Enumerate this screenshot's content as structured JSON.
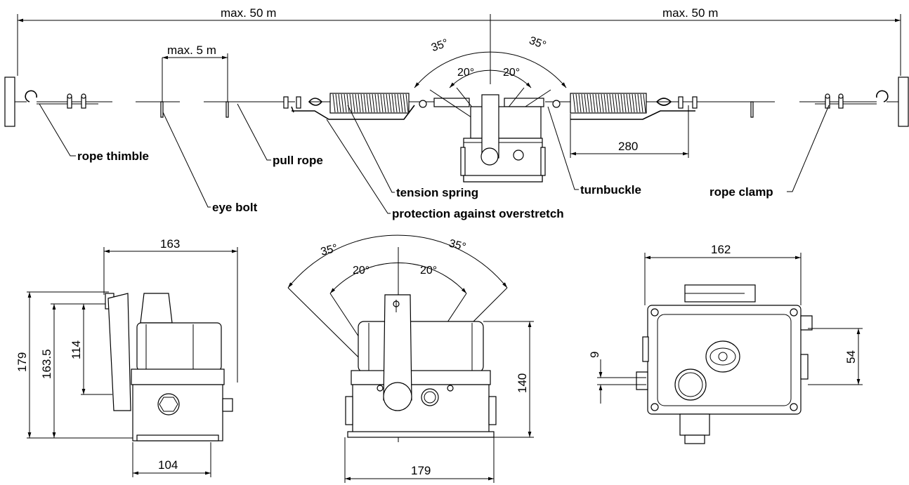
{
  "dimensions": {
    "span_left": "max. 50 m",
    "span_right": "max. 50 m",
    "eye_bolt_spacing": "max. 5 m",
    "spring_length": "280",
    "angle_outer_left": "35",
    "angle_outer_right": "35",
    "angle_inner_left": "20",
    "angle_inner_right": "20",
    "side_width": "163",
    "side_height_total": "179",
    "side_height_axis": "163.5",
    "side_height_lever": "114",
    "side_base_width": "104",
    "front_height": "140",
    "front_width": "179",
    "top_width": "162",
    "top_slot": "9",
    "top_hole_spacing": "54",
    "front_angle_outer_left": "35",
    "front_angle_outer_right": "35",
    "front_angle_inner_left": "20",
    "front_angle_inner_right": "20"
  },
  "labels": {
    "rope_thimble": "rope thimble",
    "eye_bolt": "eye bolt",
    "pull_rope": "pull rope",
    "tension_spring": "tension spring",
    "protection": "protection against overstretch",
    "turnbuckle": "turnbuckle",
    "rope_clamp": "rope clamp"
  },
  "degree_symbol": "°"
}
